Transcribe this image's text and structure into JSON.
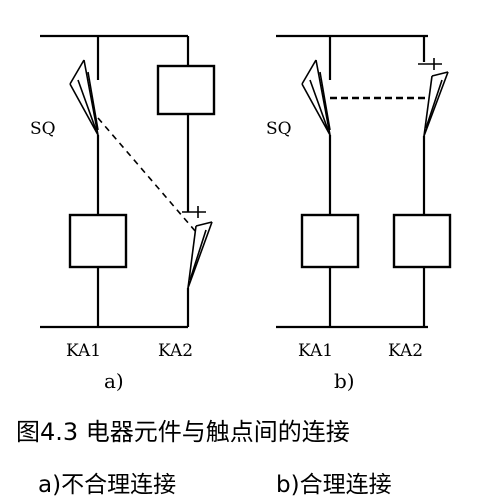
{
  "diagram_a": {
    "switch_label": "SQ",
    "coil_left_label": "KA1",
    "coil_right_label": "KA2",
    "sub_label": "a)"
  },
  "diagram_b": {
    "switch_label": "SQ",
    "coil_left_label": "KA1",
    "coil_right_label": "KA2",
    "sub_label": "b)"
  },
  "caption": {
    "title": "图4.3  电器元件与触点间的连接",
    "sub_a": "a)不合理连接",
    "sub_b": "b)合理连接"
  }
}
